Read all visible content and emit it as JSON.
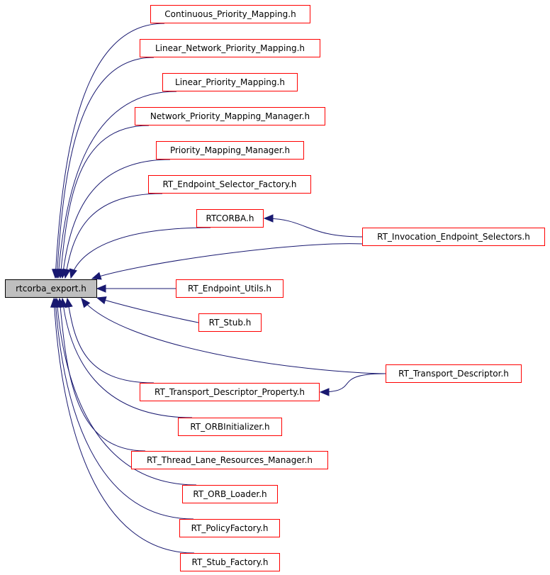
{
  "root": {
    "label": "rtcorba_export.h"
  },
  "nodes": {
    "continuous": "Continuous_Priority_Mapping.h",
    "linear_network": "Linear_Network_Priority_Mapping.h",
    "linear": "Linear_Priority_Mapping.h",
    "network_manager": "Network_Priority_Mapping_Manager.h",
    "priority_manager": "Priority_Mapping_Manager.h",
    "endpoint_selector_factory": "RT_Endpoint_Selector_Factory.h",
    "rtcorba": "RTCORBA.h",
    "invocation_selectors": "RT_Invocation_Endpoint_Selectors.h",
    "endpoint_utils": "RT_Endpoint_Utils.h",
    "stub": "RT_Stub.h",
    "transport_descriptor": "RT_Transport_Descriptor.h",
    "transport_descriptor_property": "RT_Transport_Descriptor_Property.h",
    "orb_initializer": "RT_ORBInitializer.h",
    "thread_lane": "RT_Thread_Lane_Resources_Manager.h",
    "orb_loader": "RT_ORB_Loader.h",
    "policy_factory": "RT_PolicyFactory.h",
    "stub_factory": "RT_Stub_Factory.h"
  },
  "edges": [
    [
      "continuous",
      "root"
    ],
    [
      "linear_network",
      "root"
    ],
    [
      "linear",
      "root"
    ],
    [
      "network_manager",
      "root"
    ],
    [
      "priority_manager",
      "root"
    ],
    [
      "endpoint_selector_factory",
      "root"
    ],
    [
      "rtcorba",
      "root"
    ],
    [
      "invocation_selectors",
      "rtcorba"
    ],
    [
      "invocation_selectors",
      "root"
    ],
    [
      "endpoint_utils",
      "root"
    ],
    [
      "stub",
      "root"
    ],
    [
      "transport_descriptor",
      "root"
    ],
    [
      "transport_descriptor",
      "transport_descriptor_property"
    ],
    [
      "transport_descriptor_property",
      "root"
    ],
    [
      "orb_initializer",
      "root"
    ],
    [
      "thread_lane",
      "root"
    ],
    [
      "orb_loader",
      "root"
    ],
    [
      "policy_factory",
      "root"
    ],
    [
      "stub_factory",
      "root"
    ]
  ],
  "colors": {
    "edge": "#191970",
    "node_border": "#ff0000",
    "root_fill": "#bfbfbf"
  }
}
